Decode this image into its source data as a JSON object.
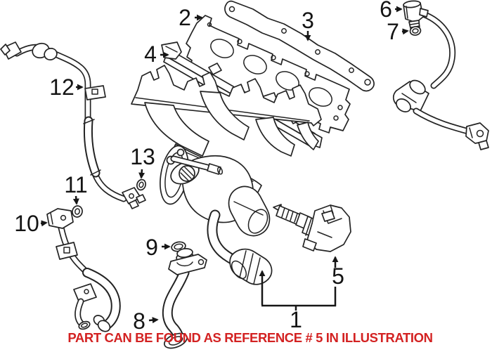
{
  "diagram": {
    "background_color": "#ffffff",
    "line_color": "#232323",
    "callout_color": "#141414"
  },
  "caption": {
    "text": "PART CAN BE FOUND AS REFERENCE # 5 IN ILLUSTRATION",
    "color": "#d32222"
  },
  "callouts": [
    {
      "number": "1"
    },
    {
      "number": "2"
    },
    {
      "number": "3"
    },
    {
      "number": "4"
    },
    {
      "number": "5"
    },
    {
      "number": "6"
    },
    {
      "number": "7"
    },
    {
      "number": "8"
    },
    {
      "number": "9"
    },
    {
      "number": "10"
    },
    {
      "number": "11"
    },
    {
      "number": "12"
    },
    {
      "number": "13"
    }
  ]
}
